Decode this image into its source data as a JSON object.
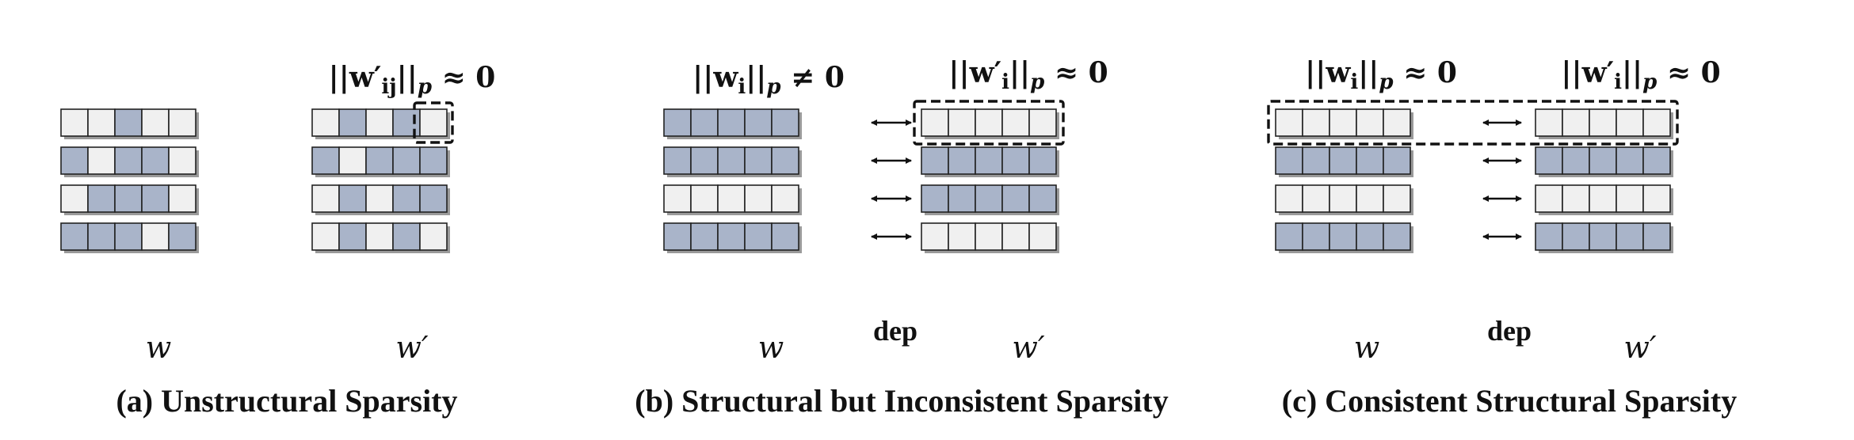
{
  "colors": {
    "filled": "#a9b4c9",
    "empty": "#f0f0f0",
    "stroke": "#222222",
    "shadow": "#9a9a9a"
  },
  "panels": [
    {
      "id": "a",
      "caption": "(a) Unstructural Sparsity",
      "left_label": "",
      "right_label": "||w′ij||p ≈ 0",
      "left_var": "w",
      "right_var": "w′",
      "dep_label": "",
      "left_grid": [
        [
          0,
          0,
          1,
          0,
          0
        ],
        [
          1,
          0,
          1,
          1,
          0
        ],
        [
          0,
          1,
          1,
          1,
          0
        ],
        [
          1,
          1,
          1,
          0,
          1
        ]
      ],
      "right_grid": [
        [
          0,
          1,
          0,
          1,
          0
        ],
        [
          1,
          0,
          1,
          1,
          1
        ],
        [
          0,
          1,
          0,
          1,
          1
        ],
        [
          0,
          1,
          0,
          1,
          0
        ]
      ],
      "highlight": "right-last-cell-of-row-1",
      "has_arrows": false
    },
    {
      "id": "b",
      "caption": "(b) Structural but Inconsistent Sparsity",
      "left_label": "||wi||p ≠ 0",
      "right_label": "||w′i||p ≈ 0",
      "left_var": "w",
      "right_var": "w′",
      "dep_label": "dep",
      "left_grid": [
        [
          1,
          1,
          1,
          1,
          1
        ],
        [
          1,
          1,
          1,
          1,
          1
        ],
        [
          0,
          0,
          0,
          0,
          0
        ],
        [
          1,
          1,
          1,
          1,
          1
        ]
      ],
      "right_grid": [
        [
          0,
          0,
          0,
          0,
          0
        ],
        [
          1,
          1,
          1,
          1,
          1
        ],
        [
          1,
          1,
          1,
          1,
          1
        ],
        [
          0,
          0,
          0,
          0,
          0
        ]
      ],
      "highlight": "right-row-1",
      "has_arrows": true
    },
    {
      "id": "c",
      "caption": "(c) Consistent Structural Sparsity",
      "left_label": "||wi||p ≈ 0",
      "right_label": "||w′i||p ≈ 0",
      "left_var": "w",
      "right_var": "w′",
      "dep_label": "dep",
      "left_grid": [
        [
          0,
          0,
          0,
          0,
          0
        ],
        [
          1,
          1,
          1,
          1,
          1
        ],
        [
          0,
          0,
          0,
          0,
          0
        ],
        [
          1,
          1,
          1,
          1,
          1
        ]
      ],
      "right_grid": [
        [
          0,
          0,
          0,
          0,
          0
        ],
        [
          1,
          1,
          1,
          1,
          1
        ],
        [
          0,
          0,
          0,
          0,
          0
        ],
        [
          1,
          1,
          1,
          1,
          1
        ]
      ],
      "highlight": "both-rows-1",
      "has_arrows": true
    }
  ]
}
